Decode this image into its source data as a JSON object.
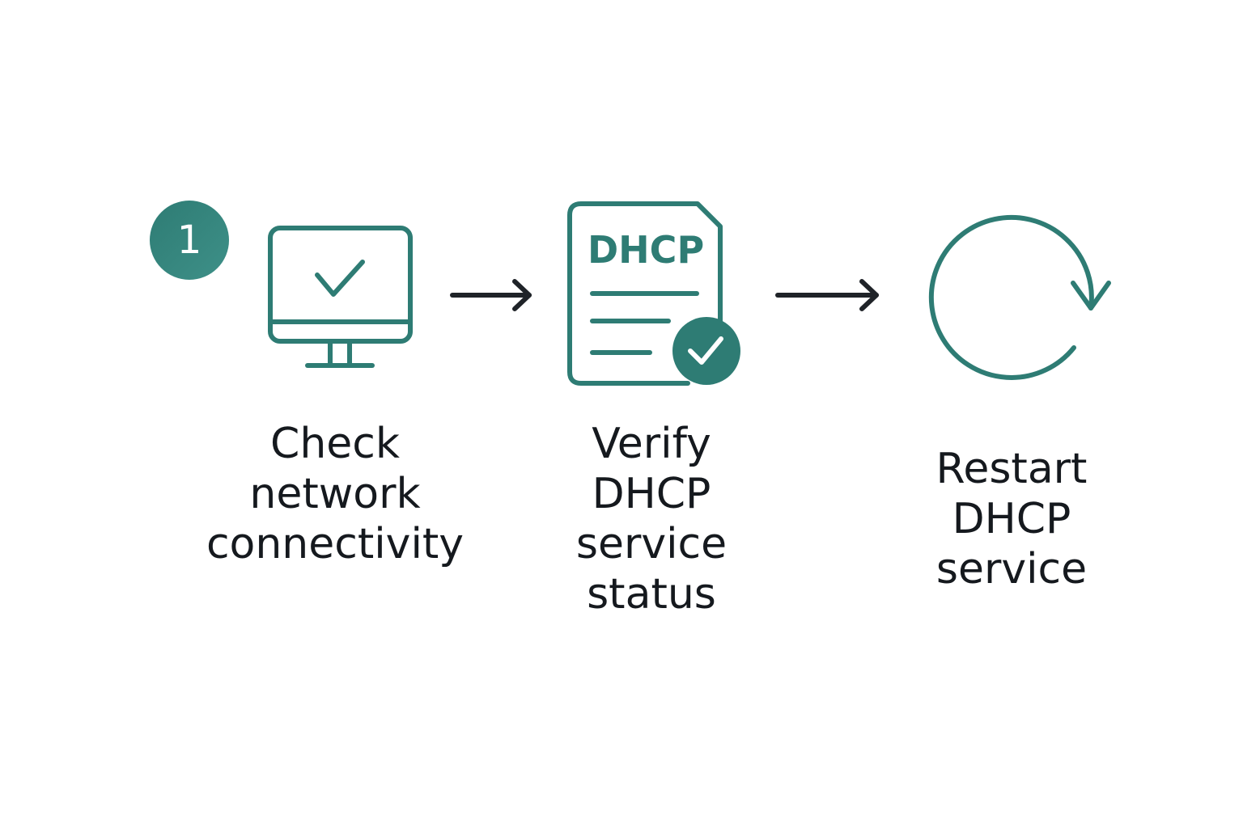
{
  "colors": {
    "primary": "#2e7c74",
    "badge_light": "#3e9088",
    "arrow": "#1f2328",
    "text": "#15191e",
    "background": "#ffffff"
  },
  "badge": {
    "number": "1"
  },
  "steps": [
    {
      "icon": "monitor-check-icon",
      "lines": [
        "Check",
        "network",
        "connectivity"
      ]
    },
    {
      "icon": "dhcp-document-check-icon",
      "icon_text": "DHCP",
      "lines": [
        "Verify",
        "DHCP",
        "service",
        "status"
      ]
    },
    {
      "icon": "restart-circle-arrow-icon",
      "lines": [
        "Restart",
        "DHCP",
        "service"
      ]
    }
  ],
  "connectors": [
    "arrow-right-icon",
    "arrow-right-icon"
  ]
}
